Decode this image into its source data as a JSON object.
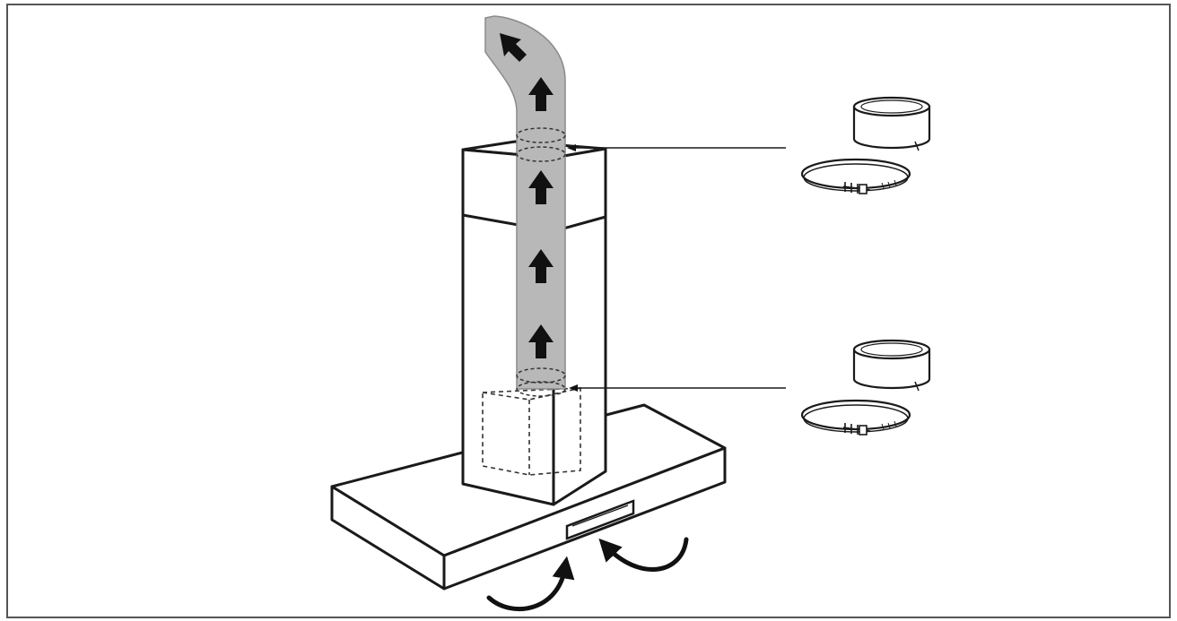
{
  "figure": {
    "subject": "chimney-cooker-hood-ducting-installation",
    "colors": {
      "stroke": "#1a1a1a",
      "duct_fill": "#b8b8b8",
      "duct_stroke": "#8a8a8a",
      "arrow_fill": "#111111",
      "background": "#ffffff"
    },
    "icons": [
      "exhaust-duct",
      "airflow-arrow",
      "chimney-cover",
      "hood-canopy",
      "motor-housing",
      "control-panel",
      "adhesive-tape-roll",
      "hose-clamp",
      "intake-arrow"
    ],
    "callouts": [
      {
        "id": "upper-connection",
        "parts": [
          "adhesive-tape-roll",
          "hose-clamp"
        ]
      },
      {
        "id": "lower-connection",
        "parts": [
          "adhesive-tape-roll",
          "hose-clamp"
        ]
      }
    ],
    "airflow": {
      "upward_arrows": 4,
      "exit_arrows": 1,
      "intake_arrows": 2
    }
  }
}
